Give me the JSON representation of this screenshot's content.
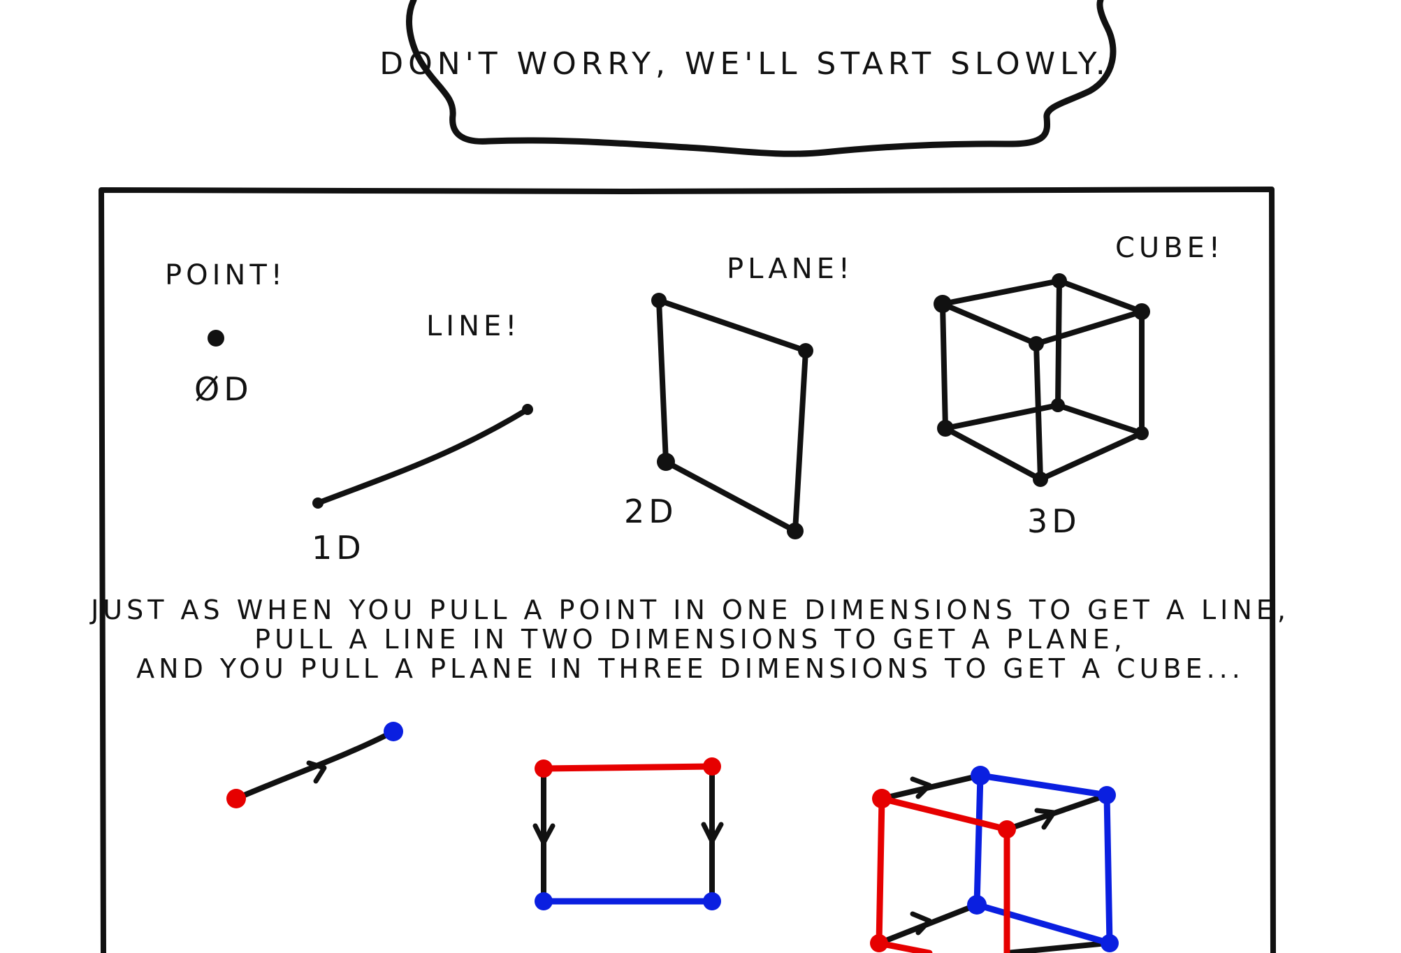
{
  "speech_bubble": {
    "text": "DON'T WORRY, WE'LL START SLOWLY."
  },
  "labels": {
    "point": "POINT!",
    "line": "LINE!",
    "plane": "PLANE!",
    "cube": "CUBE!",
    "d0": "ØD",
    "d1": "1D",
    "d2": "2D",
    "d3": "3D"
  },
  "explanation": {
    "lines": [
      "JUST AS WHEN YOU PULL A POINT IN ONE DIMENSIONS TO GET A LINE,",
      "PULL A LINE IN TWO DIMENSIONS TO GET A PLANE,",
      "AND YOU PULL A PLANE IN THREE DIMENSIONS TO GET A CUBE..."
    ]
  },
  "colors": {
    "ink": "#111111",
    "start": "#e60000",
    "end": "#0a1fe0",
    "background": "#ffffff"
  }
}
